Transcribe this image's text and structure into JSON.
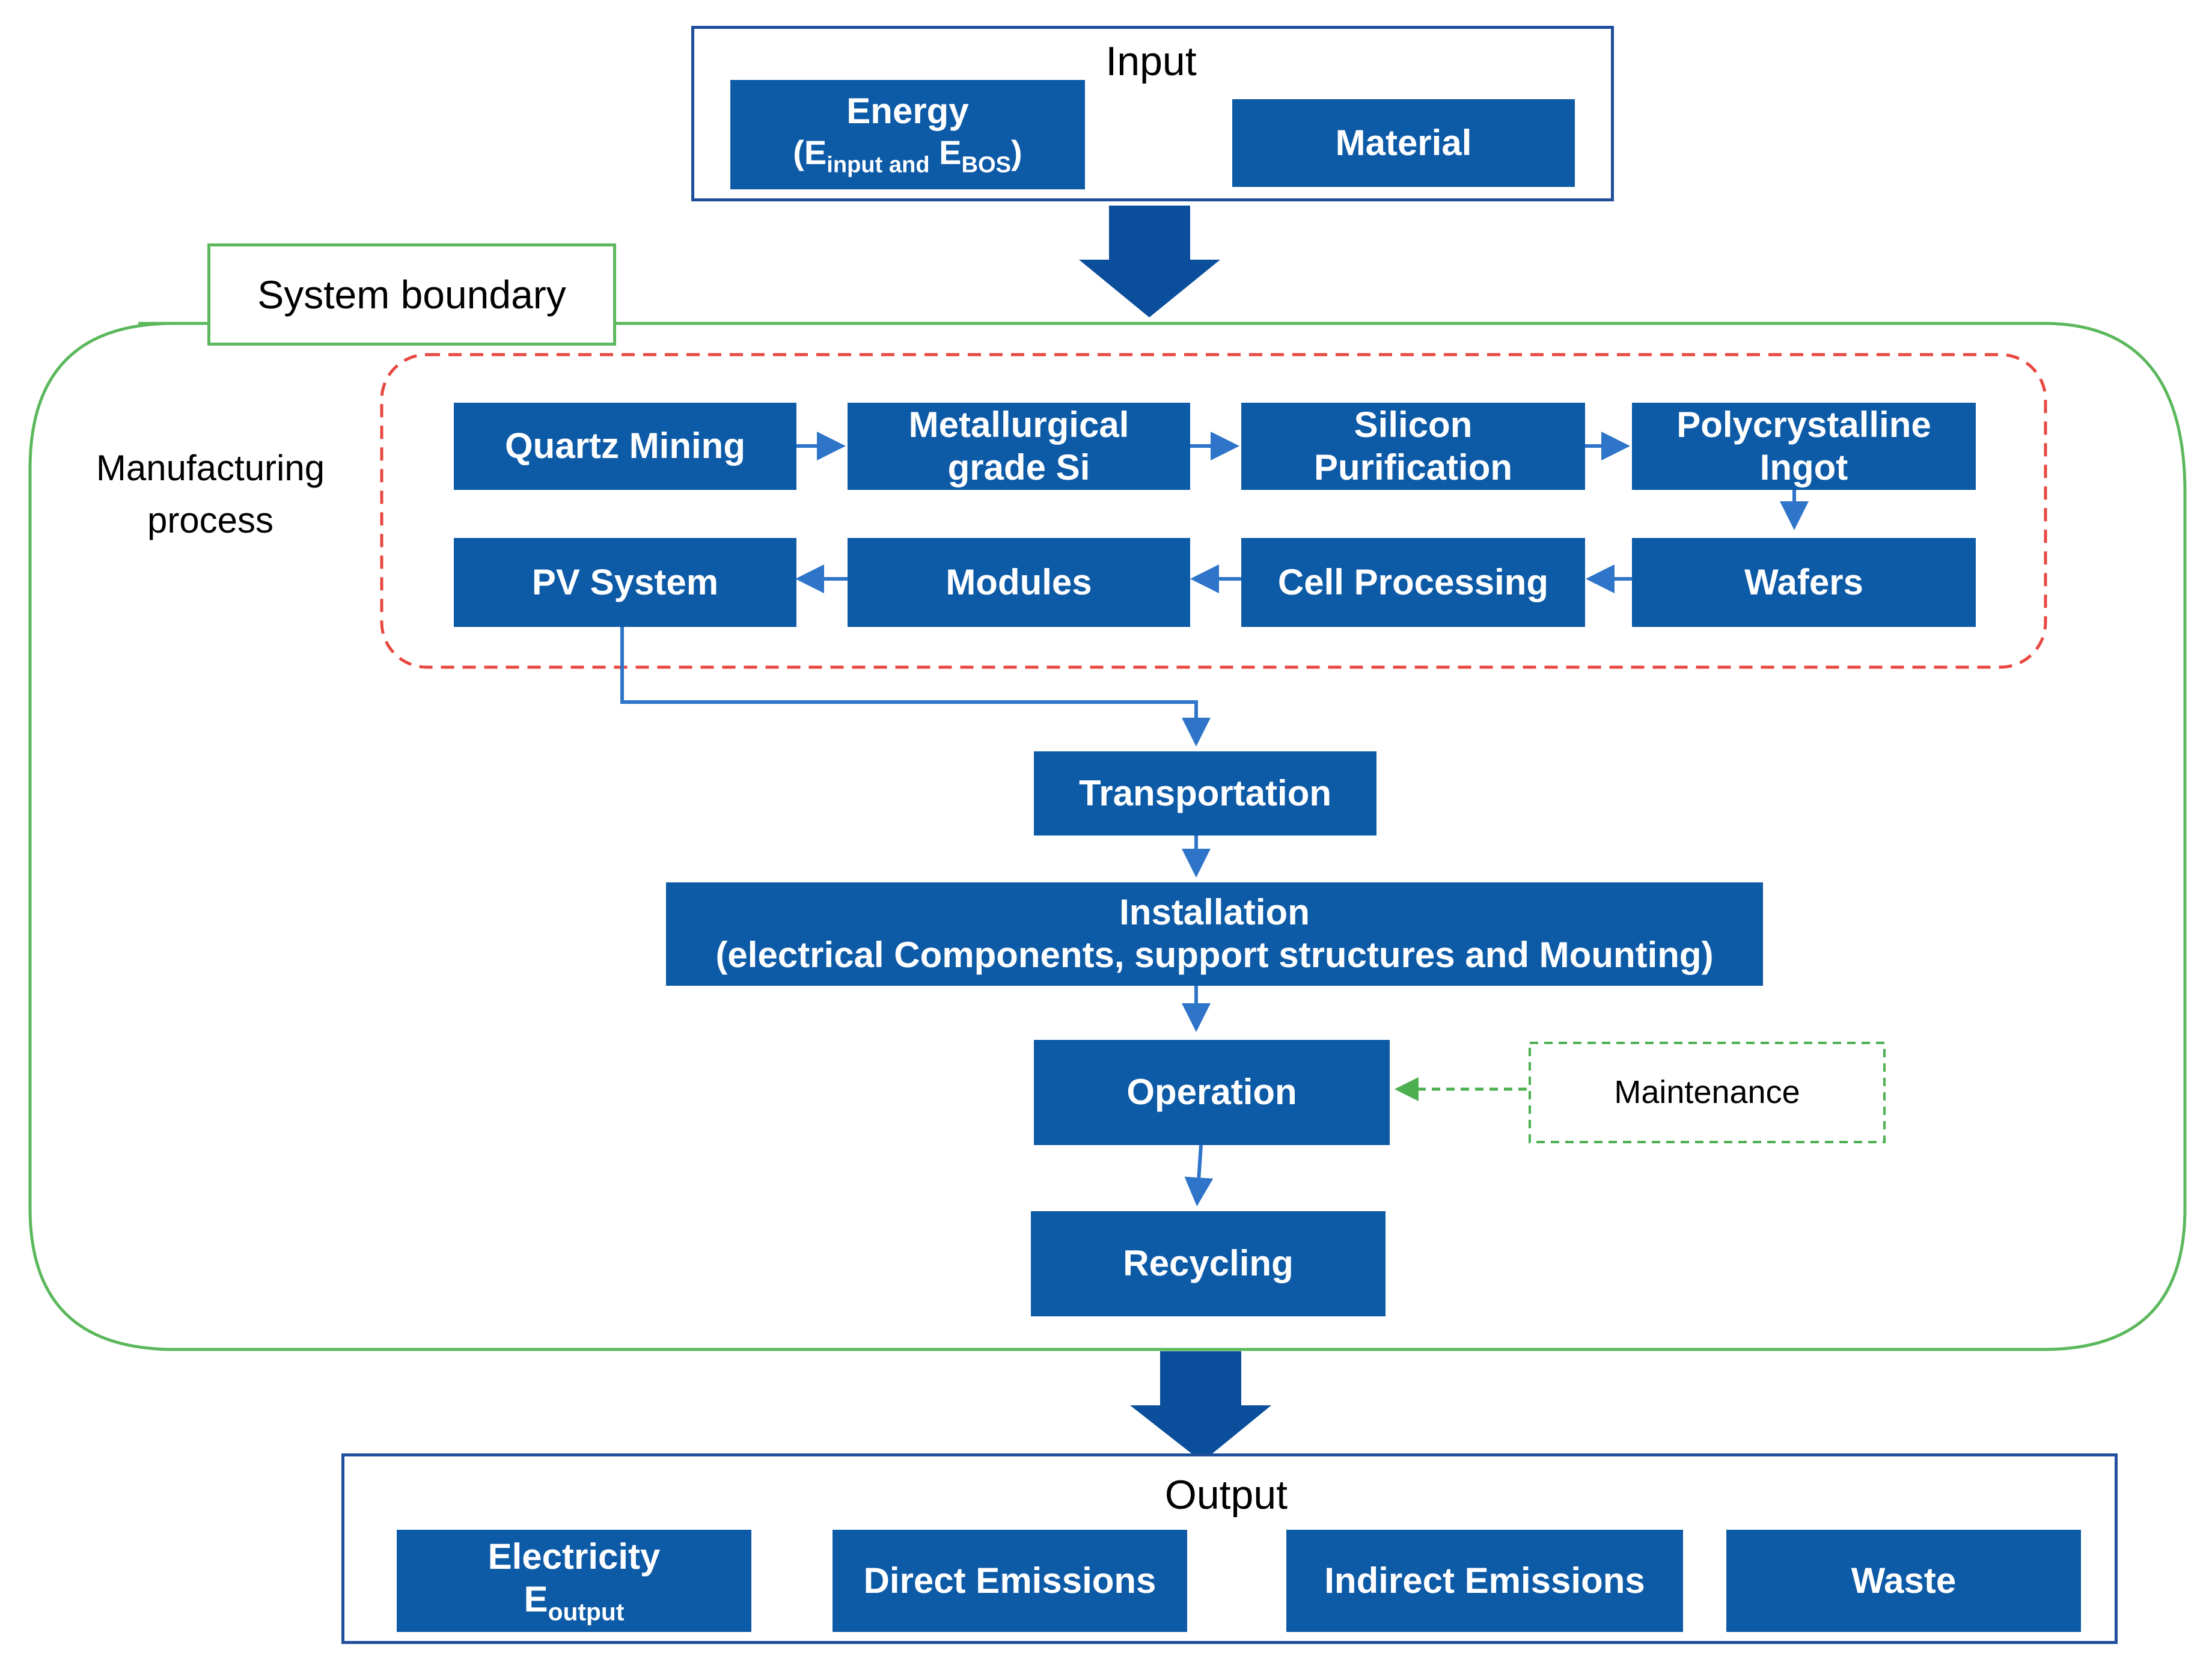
{
  "input": {
    "title": "Input",
    "energy": {
      "label": "Energy",
      "sub_open": "(E",
      "sub_1": "input and",
      "sub_mid": " E",
      "sub_2": "BOS",
      "sub_close": ")"
    },
    "material": "Material"
  },
  "system_boundary": {
    "label": "System boundary"
  },
  "manufacturing": {
    "label_line1": "Manufacturing",
    "label_line2": "process",
    "row1": [
      {
        "line1": "Quartz Mining",
        "line2": ""
      },
      {
        "line1": "Metallurgical",
        "line2": "grade Si"
      },
      {
        "line1": "Silicon",
        "line2": "Purification"
      },
      {
        "line1": "Polycrystalline",
        "line2": "Ingot"
      }
    ],
    "row2": [
      "PV System",
      "Modules",
      "Cell Processing",
      "Wafers"
    ]
  },
  "lifecycle": {
    "transportation": "Transportation",
    "installation_line1": "Installation",
    "installation_line2": "(electrical Components, support structures and Mounting)",
    "operation": "Operation",
    "maintenance": "Maintenance",
    "recycling": "Recycling"
  },
  "output": {
    "title": "Output",
    "electricity": {
      "label": "Electricity",
      "sub_main": "E",
      "sub_sub": "output"
    },
    "direct_emissions": "Direct Emissions",
    "indirect_emissions": "Indirect Emissions",
    "waste": "Waste"
  },
  "colors": {
    "box_fill": "#0d5aa7",
    "frame_border": "#1f4e9c",
    "boundary_green": "#5cb85c",
    "manufacturing_dashed_red": "#e8473f",
    "maintenance_dashed_green": "#4caf50",
    "connector_blue": "#2e75c9",
    "big_arrow": "#0b4f9c"
  }
}
